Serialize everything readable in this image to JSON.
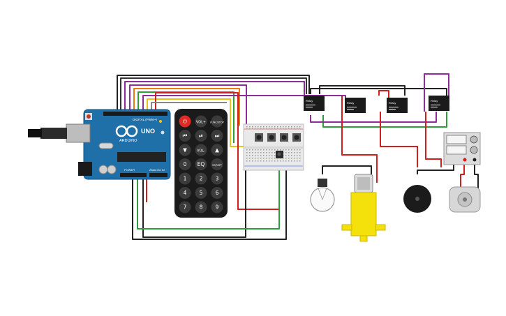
{
  "arduino": {
    "brand": "ARDUINO",
    "model": "UNO",
    "header_digital": "DIGITAL (PWM~)",
    "header_power": "POWER",
    "header_analog": "ANALOG IN"
  },
  "remote": {
    "keys": [
      "⏻",
      "VOL+",
      "FUNC/STOP",
      "⏮",
      "⏯",
      "⏭",
      "▼",
      "VOL-",
      "▲",
      "0",
      "EQ",
      "ST/REPT",
      "1",
      "2",
      "3",
      "4",
      "5",
      "6",
      "7",
      "8",
      "9"
    ]
  },
  "relays": [
    {
      "label": "Relay"
    },
    {
      "label": "Relay"
    },
    {
      "label": "Relay"
    },
    {
      "label": "Relay"
    }
  ],
  "colors": {
    "board": "#1f6fa8",
    "remote": "#1b1b1b",
    "remote_key": "#3b3b3b",
    "power_key": "#e02a25",
    "wire_red": "#d11f1f",
    "wire_green": "#2f9e3a",
    "wire_purple": "#8e2c9a",
    "wire_black": "#222222",
    "wire_orange": "#e57c12",
    "wire_yellow": "#e6c21a",
    "motor_body": "#f4e10c",
    "breadboard": "#e9e9e9"
  }
}
